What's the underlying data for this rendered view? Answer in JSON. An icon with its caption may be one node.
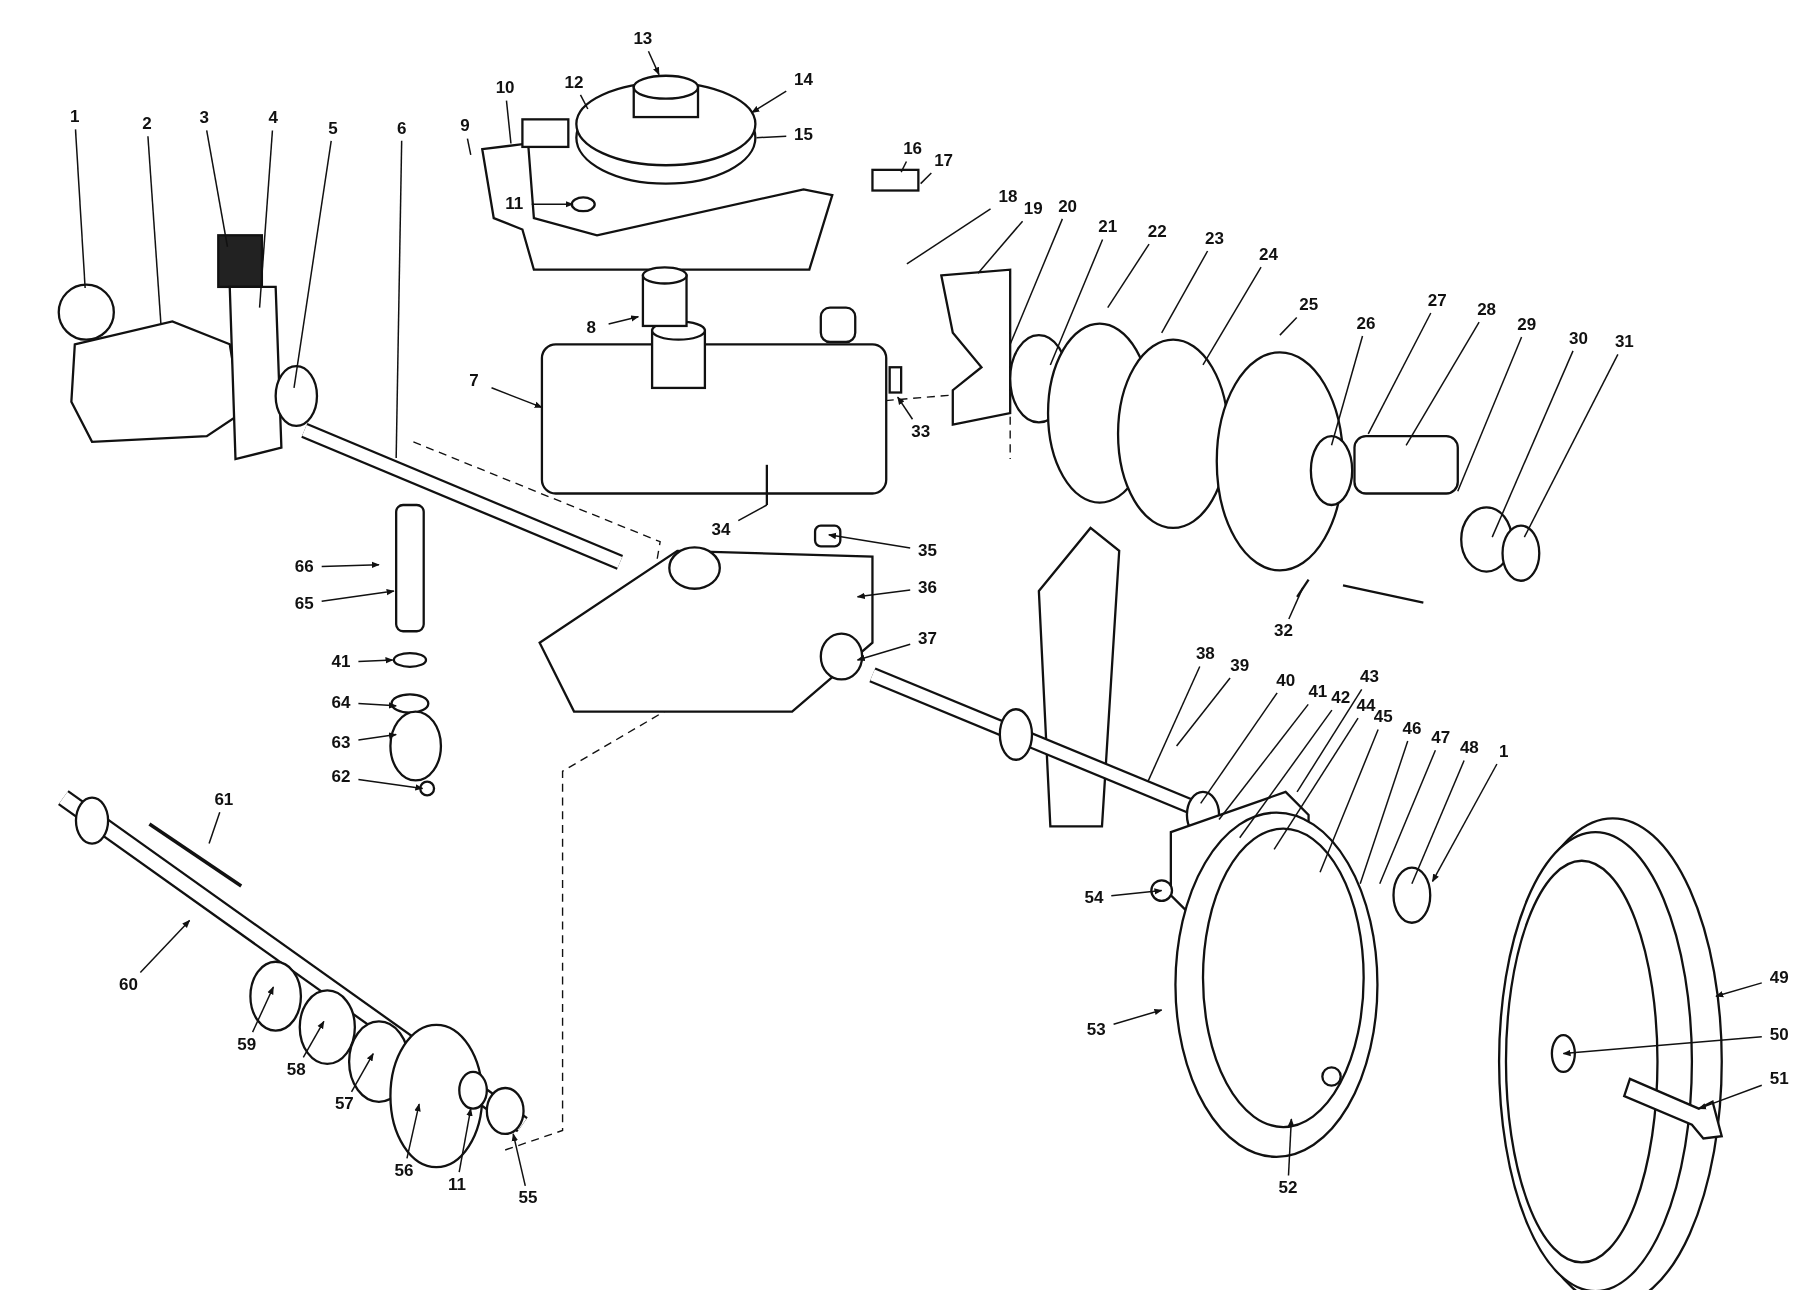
{
  "diagram": {
    "nodes": [
      {
        "text": [
          "1"
        ]
      },
      {
        "text": [
          "1"
        ]
      },
      {
        "text": [
          "2"
        ]
      },
      {
        "text": [
          "3"
        ]
      },
      {
        "text": [
          "4"
        ]
      },
      {
        "text": [
          "5"
        ]
      },
      {
        "text": [
          "6"
        ]
      },
      {
        "text": [
          "7"
        ]
      },
      {
        "text": [
          "8"
        ]
      },
      {
        "text": [
          "9"
        ]
      },
      {
        "text": [
          "10"
        ]
      },
      {
        "text": [
          "11"
        ]
      },
      {
        "text": [
          "11"
        ]
      },
      {
        "text": [
          "12"
        ]
      },
      {
        "text": [
          "13"
        ]
      },
      {
        "text": [
          "14"
        ]
      },
      {
        "text": [
          "15"
        ]
      },
      {
        "text": [
          "16"
        ]
      },
      {
        "text": [
          "17"
        ]
      },
      {
        "text": [
          "18"
        ]
      },
      {
        "text": [
          "19"
        ]
      },
      {
        "text": [
          "20"
        ]
      },
      {
        "text": [
          "21"
        ]
      },
      {
        "text": [
          "22"
        ]
      },
      {
        "text": [
          "23"
        ]
      },
      {
        "text": [
          "24"
        ]
      },
      {
        "text": [
          "25"
        ]
      },
      {
        "text": [
          "26"
        ]
      },
      {
        "text": [
          "27"
        ]
      },
      {
        "text": [
          "28"
        ]
      },
      {
        "text": [
          "29"
        ]
      },
      {
        "text": [
          "30"
        ]
      },
      {
        "text": [
          "31"
        ]
      },
      {
        "text": [
          "32"
        ]
      },
      {
        "text": [
          "33"
        ]
      },
      {
        "text": [
          "34"
        ]
      },
      {
        "text": [
          "35"
        ]
      },
      {
        "text": [
          "36"
        ]
      },
      {
        "text": [
          "37"
        ]
      },
      {
        "text": [
          "38"
        ]
      },
      {
        "text": [
          "39"
        ]
      },
      {
        "text": [
          "40"
        ]
      },
      {
        "text": [
          "41"
        ]
      },
      {
        "text": [
          "41"
        ]
      },
      {
        "text": [
          "42"
        ]
      },
      {
        "text": [
          "43"
        ]
      },
      {
        "text": [
          "44"
        ]
      },
      {
        "text": [
          "45"
        ]
      },
      {
        "text": [
          "46"
        ]
      },
      {
        "text": [
          "47"
        ]
      },
      {
        "text": [
          "48"
        ]
      },
      {
        "text": [
          "49"
        ]
      },
      {
        "text": [
          "50"
        ]
      },
      {
        "text": [
          "51"
        ]
      },
      {
        "text": [
          "52"
        ]
      },
      {
        "text": [
          "53"
        ]
      },
      {
        "text": [
          "54"
        ]
      },
      {
        "text": [
          "55"
        ]
      },
      {
        "text": [
          "56"
        ]
      },
      {
        "text": [
          "57"
        ]
      },
      {
        "text": [
          "58"
        ]
      },
      {
        "text": [
          "59"
        ]
      },
      {
        "text": [
          "60"
        ]
      },
      {
        "text": [
          "61"
        ]
      },
      {
        "text": [
          "62"
        ]
      },
      {
        "text": [
          "63"
        ]
      },
      {
        "text": [
          "64"
        ]
      },
      {
        "text": [
          "65"
        ]
      },
      {
        "text": [
          "66"
        ]
      }
    ],
    "edges": [
      {
        "from": 0,
        "to": null,
        "arrow": "none"
      },
      {
        "from": 1,
        "to": null,
        "arrow": "to"
      },
      {
        "from": 2,
        "to": null,
        "arrow": "none"
      },
      {
        "from": 3,
        "to": null,
        "arrow": "none"
      },
      {
        "from": 4,
        "to": null,
        "arrow": "none"
      },
      {
        "from": 5,
        "to": null,
        "arrow": "none"
      },
      {
        "from": 6,
        "to": null,
        "arrow": "none"
      },
      {
        "from": 7,
        "to": null,
        "arrow": "to"
      },
      {
        "from": 8,
        "to": null,
        "arrow": "to"
      },
      {
        "from": 9,
        "to": null,
        "arrow": "none"
      },
      {
        "from": 10,
        "to": null,
        "arrow": "none"
      },
      {
        "from": 11,
        "to": null,
        "arrow": "to"
      },
      {
        "from": 12,
        "to": null,
        "arrow": "to"
      },
      {
        "from": 13,
        "to": null,
        "arrow": "none"
      },
      {
        "from": 14,
        "to": null,
        "arrow": "to"
      },
      {
        "from": 15,
        "to": null,
        "arrow": "to"
      },
      {
        "from": 16,
        "to": null,
        "arrow": "none"
      },
      {
        "from": 17,
        "to": null,
        "arrow": "none"
      },
      {
        "from": 18,
        "to": null,
        "arrow": "none"
      },
      {
        "from": 19,
        "to": null,
        "arrow": "none"
      },
      {
        "from": 20,
        "to": null,
        "arrow": "none"
      },
      {
        "from": 21,
        "to": null,
        "arrow": "none"
      },
      {
        "from": 22,
        "to": null,
        "arrow": "none"
      },
      {
        "from": 23,
        "to": null,
        "arrow": "none"
      },
      {
        "from": 24,
        "to": null,
        "arrow": "none"
      },
      {
        "from": 25,
        "to": null,
        "arrow": "none"
      },
      {
        "from": 26,
        "to": null,
        "arrow": "none"
      },
      {
        "from": 27,
        "to": null,
        "arrow": "none"
      },
      {
        "from": 28,
        "to": null,
        "arrow": "none"
      },
      {
        "from": 29,
        "to": null,
        "arrow": "none"
      },
      {
        "from": 30,
        "to": null,
        "arrow": "none"
      },
      {
        "from": 31,
        "to": null,
        "arrow": "none"
      },
      {
        "from": 32,
        "to": null,
        "arrow": "none"
      },
      {
        "from": 33,
        "to": null,
        "arrow": "none"
      },
      {
        "from": 34,
        "to": null,
        "arrow": "to"
      },
      {
        "from": 35,
        "to": null,
        "arrow": "none"
      },
      {
        "from": 36,
        "to": null,
        "arrow": "to"
      },
      {
        "from": 37,
        "to": null,
        "arrow": "to"
      },
      {
        "from": 38,
        "to": null,
        "arrow": "to"
      },
      {
        "from": 39,
        "to": null,
        "arrow": "none"
      },
      {
        "from": 40,
        "to": null,
        "arrow": "none"
      },
      {
        "from": 41,
        "to": null,
        "arrow": "none"
      },
      {
        "from": 42,
        "to": null,
        "arrow": "to"
      },
      {
        "from": 43,
        "to": null,
        "arrow": "none"
      },
      {
        "from": 44,
        "to": null,
        "arrow": "none"
      },
      {
        "from": 45,
        "to": null,
        "arrow": "none"
      },
      {
        "from": 46,
        "to": null,
        "arrow": "none"
      },
      {
        "from": 47,
        "to": null,
        "arrow": "none"
      },
      {
        "from": 48,
        "to": null,
        "arrow": "none"
      },
      {
        "from": 49,
        "to": null,
        "arrow": "none"
      },
      {
        "from": 50,
        "to": null,
        "arrow": "none"
      },
      {
        "from": 51,
        "to": null,
        "arrow": "to"
      },
      {
        "from": 52,
        "to": null,
        "arrow": "to"
      },
      {
        "from": 53,
        "to": null,
        "arrow": "to"
      },
      {
        "from": 54,
        "to": null,
        "arrow": "to"
      },
      {
        "from": 55,
        "to": null,
        "arrow": "to"
      },
      {
        "from": 56,
        "to": null,
        "arrow": "to"
      },
      {
        "from": 57,
        "to": null,
        "arrow": "to"
      },
      {
        "from": 58,
        "to": null,
        "arrow": "to"
      },
      {
        "from": 59,
        "to": null,
        "arrow": "to"
      },
      {
        "from": 60,
        "to": null,
        "arrow": "to"
      },
      {
        "from": 61,
        "to": null,
        "arrow": "to"
      },
      {
        "from": 62,
        "to": null,
        "arrow": "to"
      },
      {
        "from": 63,
        "to": null,
        "arrow": "none"
      },
      {
        "from": 64,
        "to": null,
        "arrow": "to"
      },
      {
        "from": 65,
        "to": null,
        "arrow": "to"
      },
      {
        "from": 66,
        "to": null,
        "arrow": "to"
      },
      {
        "from": 67,
        "to": null,
        "arrow": "to"
      },
      {
        "from": 68,
        "to": null,
        "arrow": "to"
      }
    ]
  }
}
